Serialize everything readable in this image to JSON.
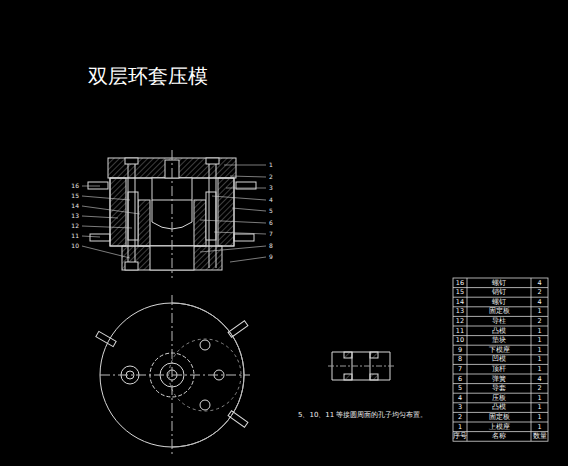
{
  "diagram": {
    "title": "双层环套压模",
    "labels": [
      "1",
      "2",
      "3",
      "4",
      "5",
      "6",
      "7",
      "8",
      "9",
      "16",
      "15",
      "14",
      "13",
      "12",
      "11",
      "10",
      "5、10、11 等接圆周面的孔子均匀布置。",
      "16",
      "螺钉",
      "4",
      "15",
      "销钉",
      "2",
      "14",
      "螺钉",
      "4",
      "13",
      "固定板",
      "1",
      "12",
      "导柱",
      "2",
      "11",
      "凸模",
      "1",
      "10",
      "垫块",
      "1",
      "9",
      "下模座",
      "1",
      "8",
      "凹模",
      "1",
      "7",
      "顶杆",
      "1",
      "6",
      "弹簧",
      "4",
      "5",
      "导套",
      "2",
      "4",
      "压板",
      "1",
      "3",
      "凸模",
      "1",
      "2",
      "固定板",
      "1",
      "1",
      "上模座",
      "1",
      "序号",
      "名称",
      "数量"
    ]
  }
}
